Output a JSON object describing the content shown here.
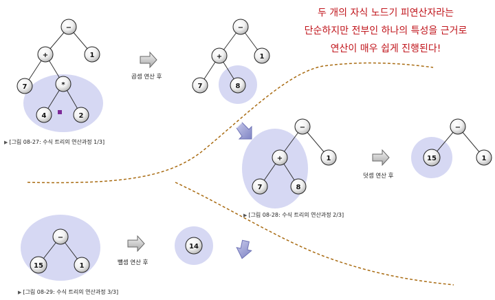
{
  "note": {
    "lines": [
      "두 개의 자식 노드기 피연산자라는",
      "단순하지만 전부인 하나의 특성을 근거로",
      "연산이 매우 쉽게 진행된다!"
    ]
  },
  "steps": {
    "multiply": "곱셈 연산 후",
    "add": "덧셈 연산 후",
    "subtract": "뺄셈 연산 후"
  },
  "captions": [
    "[그림 08-27: 수식 트리의 연산과정 1/3]",
    "[그림 08-28: 수식 트리의 연산과정 2/3]",
    "[그림 08-29: 수식 트리의 연산과정 3/3]"
  ],
  "trees": {
    "t1": {
      "root": "−",
      "plus": "+",
      "one": "1",
      "seven": "7",
      "star": "*",
      "four": "4",
      "two": "2"
    },
    "t2": {
      "root": "−",
      "plus": "+",
      "one": "1",
      "seven": "7",
      "eight": "8"
    },
    "t3": {
      "root": "−",
      "plus": "+",
      "one": "1",
      "seven": "7",
      "eight": "8"
    },
    "t4": {
      "root": "−",
      "fifteen": "15",
      "one": "1"
    },
    "t5": {
      "root": "−",
      "fifteen": "15",
      "one": "1"
    },
    "t6": {
      "fourteen": "14"
    }
  },
  "colors": {
    "highlight": "#d6d8f3",
    "curve": "#a86a10",
    "note_text": "#c0141b"
  }
}
